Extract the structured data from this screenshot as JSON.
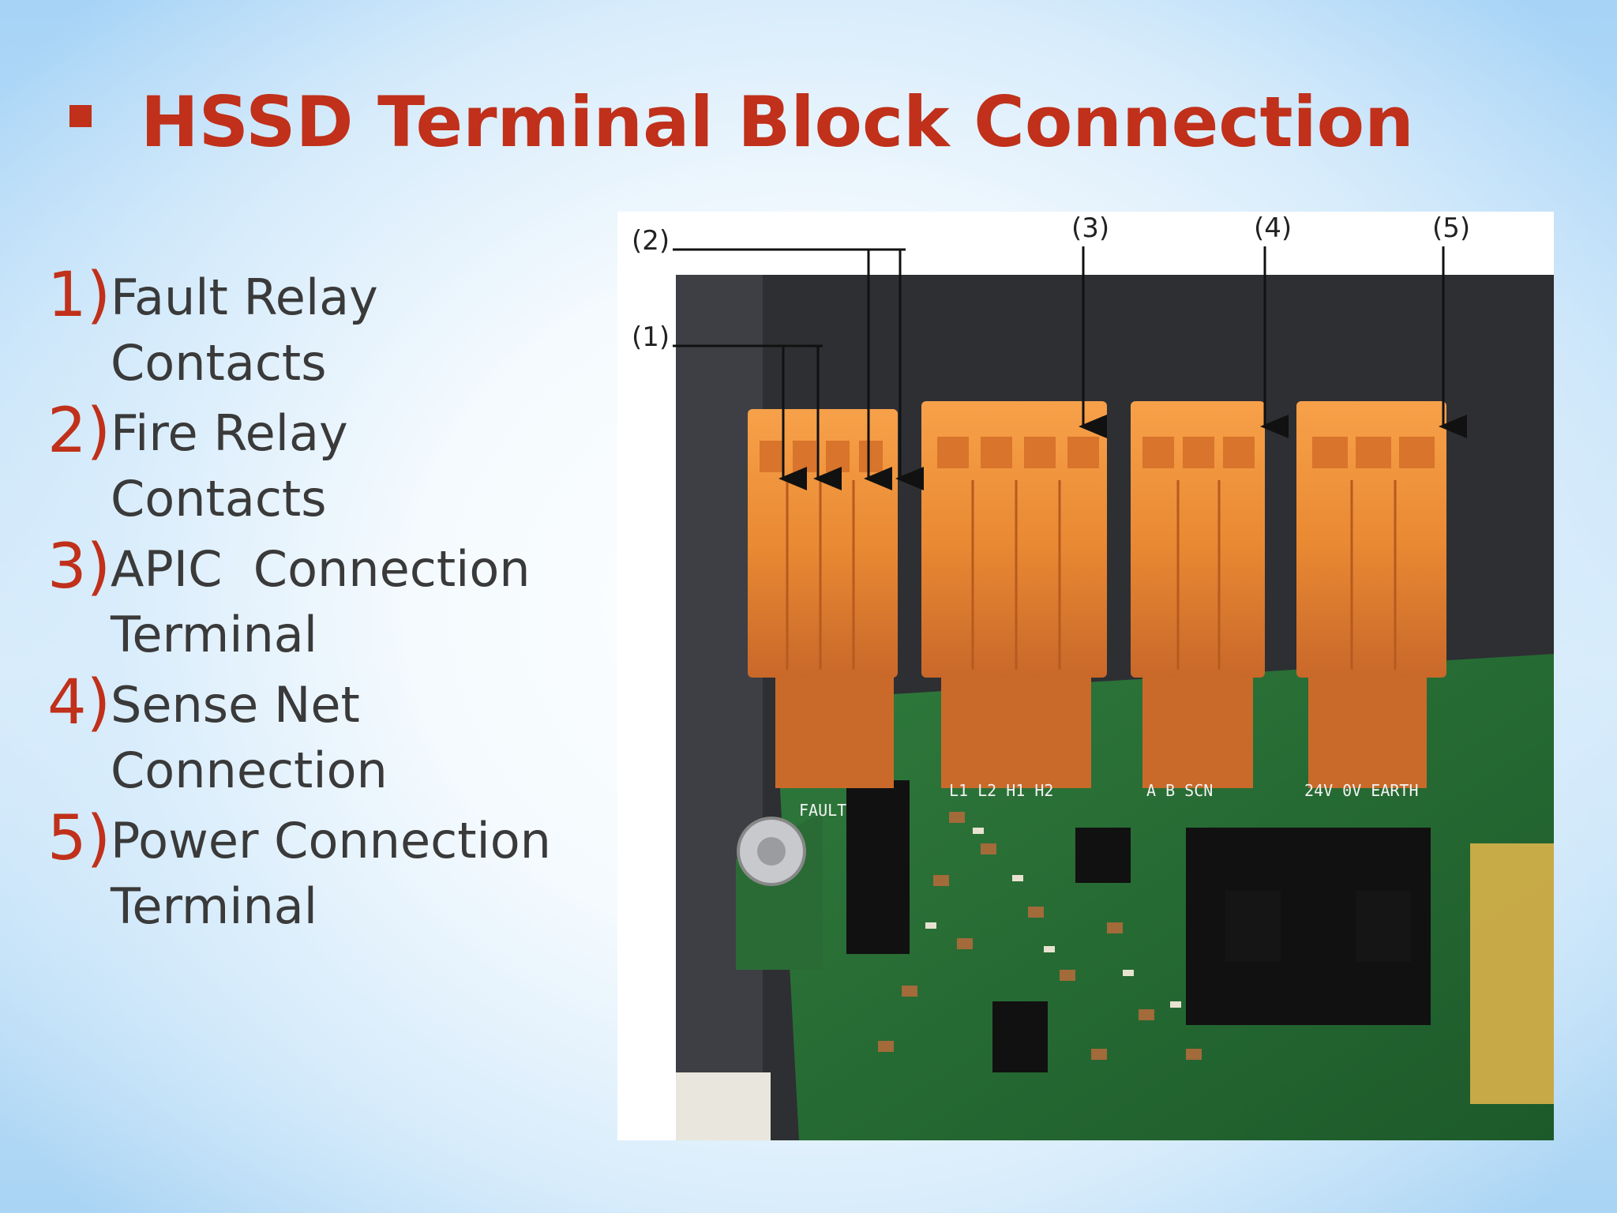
{
  "slide": {
    "title": "HSSD Terminal Block Connection",
    "bullet_icon": "square-bullet-icon",
    "accent_color": "#c0301a",
    "text_color": "#3a3a3a"
  },
  "items": [
    {
      "number": "1)",
      "line1": "Fault Relay",
      "line2": "Contacts"
    },
    {
      "number": "2)",
      "line1": "Fire Relay",
      "line2": "Contacts"
    },
    {
      "number": "3)",
      "line1": "APIC  Connection",
      "line2": "Terminal"
    },
    {
      "number": "4)",
      "line1": "Sense Net",
      "line2": "Connection"
    },
    {
      "number": "5)",
      "line1": "Power Connection",
      "line2": "Terminal"
    }
  ],
  "photo": {
    "callouts": [
      "(1)",
      "(2)",
      "(3)",
      "(4)",
      "(5)"
    ],
    "board_labels": [
      "FAULT",
      "L1 L2 H1 H2",
      "A B SCN",
      "24V 0V EARTH"
    ]
  }
}
